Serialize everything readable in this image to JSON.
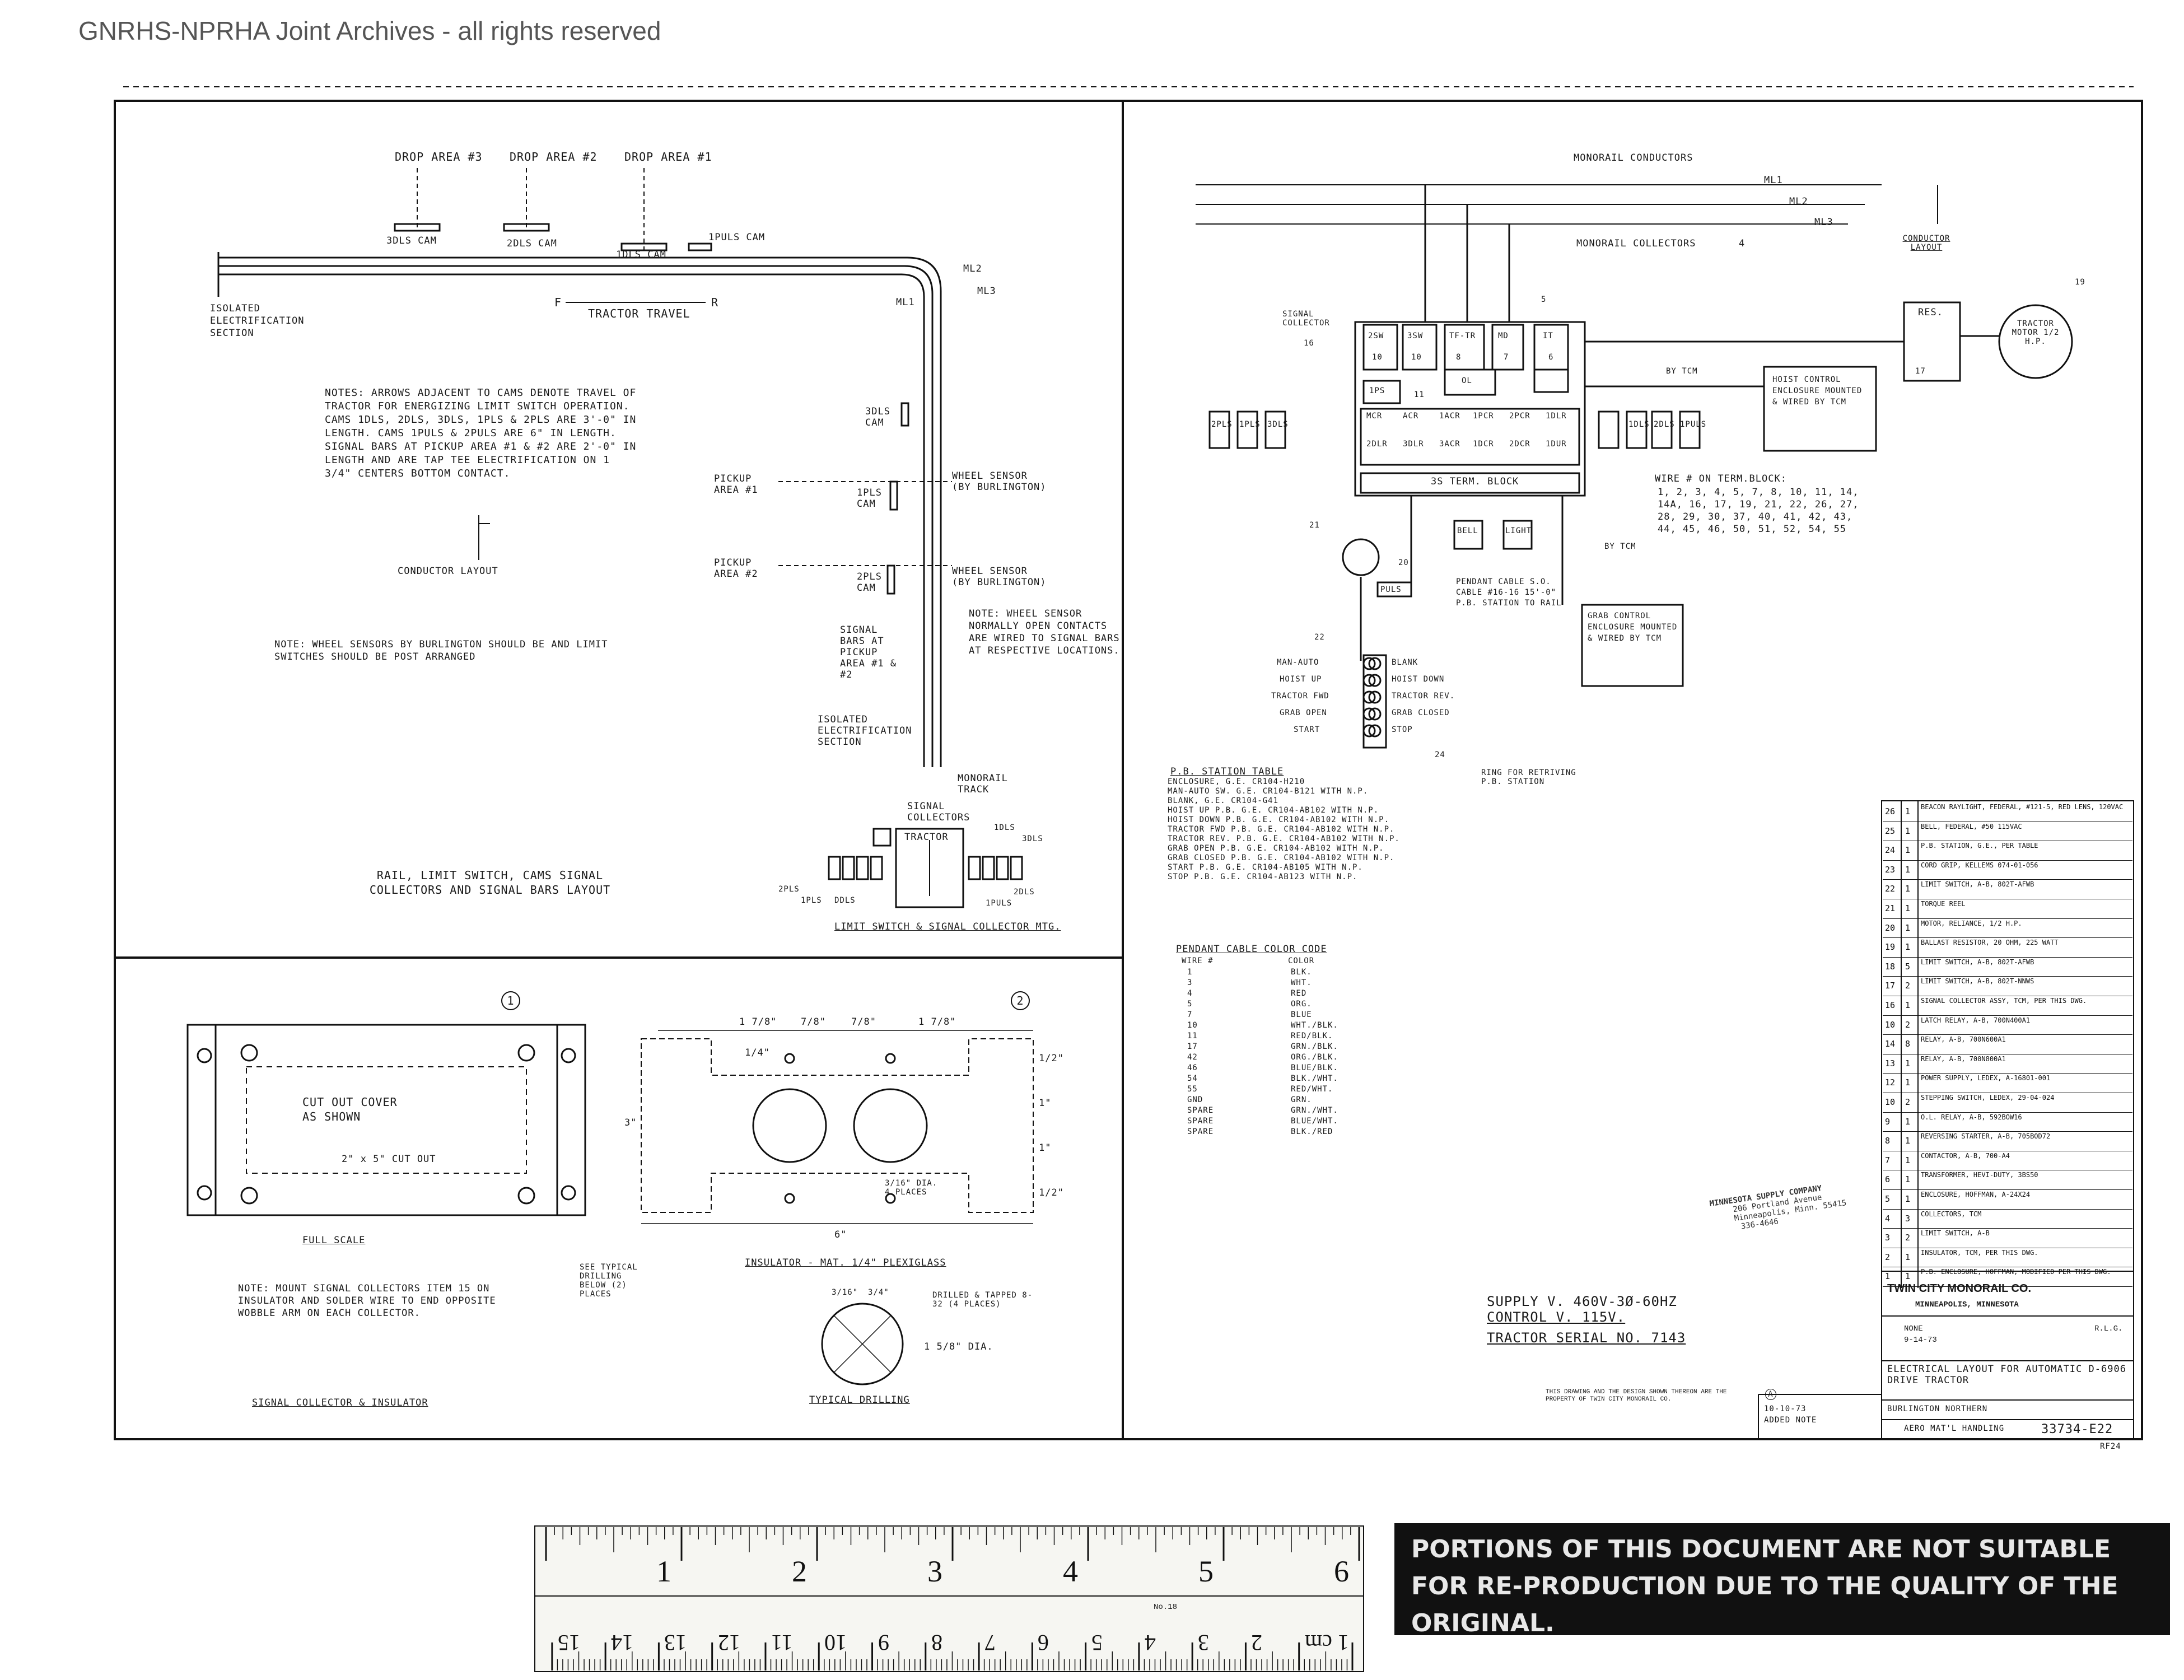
{
  "watermark": "GNRHS-NPRHA Joint Archives - all rights reserved",
  "left_panel": {
    "drop_areas": [
      "DROP AREA #3",
      "DROP AREA #2",
      "DROP AREA #1"
    ],
    "cam_labels": [
      "3DLS CAM",
      "2DLS CAM",
      "1DLS CAM",
      "1PULS CAM"
    ],
    "isolated_section": "ISOLATED ELECTRIFICATION SECTION",
    "tractor_travel": "TRACTOR TRAVEL",
    "dir_f": "F",
    "dir_r": "R",
    "rail_labels": [
      "ML1",
      "ML2",
      "ML3"
    ],
    "notes": "NOTES: ARROWS ADJACENT TO CAMS DENOTE TRAVEL OF TRACTOR FOR ENERGIZING LIMIT SWITCH OPERATION. CAMS 1DLS, 2DLS, 3DLS, 1PLS & 2PLS ARE 3'-0\" IN LENGTH. CAMS 1PULS & 2PULS ARE 6\" IN LENGTH. SIGNAL BARS AT PICKUP AREA #1 & #2 ARE 2'-0\" IN LENGTH AND ARE TAP TEE ELECTRIFICATION ON 1 3/4\" CENTERS BOTTOM CONTACT.",
    "conductor_layout_label": "CONDUCTOR LAYOUT",
    "wheel_sensor_note": "NOTE: WHEEL SENSORS BY BURLINGTON SHOULD BE AND LIMIT SWITCHES SHOULD BE POST ARRANGED",
    "dcam_labels": [
      "3DLS CAM",
      "1PLS CAM",
      "2PLS CAM"
    ],
    "pickup_areas": [
      "PICKUP AREA #1",
      "PICKUP AREA #2"
    ],
    "wheel_sensor": "WHEEL SENSOR (BY BURLINGTON)",
    "wheel_sensor2": "WHEEL SENSOR (BY BURLINGTON)",
    "sensor_note": "NOTE: WHEEL SENSOR NORMALLY OPEN CONTACTS ARE WIRED TO SIGNAL BARS AT RESPECTIVE LOCATIONS.",
    "signal_bars": "SIGNAL BARS AT PICKUP AREA #1 & #2",
    "isolated_section2": "ISOLATED ELECTRIFICATION SECTION",
    "monorail_track": "MONORAIL TRACK",
    "rail_layout_title": "RAIL, LIMIT SWITCH, CAMS SIGNAL COLLECTORS AND SIGNAL BARS LAYOUT",
    "signal_collectors": "SIGNAL COLLECTORS",
    "tractor": "TRACTOR",
    "limit_labels": [
      "1DLS",
      "3DLS",
      "2PLS",
      "1PLS",
      "DDLS",
      "2DLS",
      "1PULS"
    ],
    "limit_title": "LIMIT SWITCH & SIGNAL COLLECTOR MTG."
  },
  "bottom_left": {
    "callout_1": "1",
    "callout_2": "2",
    "cutout_cover": "CUT OUT COVER AS SHOWN",
    "cutout_dim": "2\" x 5\" CUT OUT",
    "full_scale": "FULL SCALE",
    "dims_top": [
      "1 7/8\"",
      "7/8\"",
      "7/8\"",
      "1 7/8\""
    ],
    "dim_quarter": "1/4\"",
    "dim_side": "3\"",
    "dim_bottom": "6\"",
    "dim_right": [
      "1/2\"",
      "1\"",
      "1\"",
      "1/2\""
    ],
    "hole_note": "3/16\" DIA. 4 PLACES",
    "insulator_title": "INSULATOR - MAT. 1/4\" PLEXIGLASS",
    "see_typical": "SEE TYPICAL DRILLING BELOW (2) PLACES",
    "mount_note": "NOTE: MOUNT SIGNAL COLLECTORS ITEM 15 ON INSULATOR AND SOLDER WIRE TO END OPPOSITE WOBBLE ARM ON EACH COLLECTOR.",
    "drill_dims": [
      "3/16\"",
      "3/4\""
    ],
    "drill_note": "DRILLED & TAPPED 8-32 (4 PLACES)",
    "drill_dia": "1 5/8\" DIA.",
    "typical_drilling": "TYPICAL DRILLING",
    "signal_collector_title": "SIGNAL COLLECTOR & INSULATOR"
  },
  "right_panel": {
    "monorail_conductors": "MONORAIL CONDUCTORS",
    "ml_labels": [
      "ML1",
      "ML2",
      "ML3"
    ],
    "monorail_collectors": "MONORAIL COLLECTORS",
    "callout_4": "4",
    "conductor_layout": "CONDUCTOR LAYOUT",
    "signal_collector": "SIGNAL COLLECTOR",
    "callout_16": "16",
    "callout_5": "5",
    "box_top": [
      "2SW",
      "3SW",
      "TF-TR",
      "MD",
      "IT"
    ],
    "box_top_nums": [
      "10",
      "10",
      "8",
      "7",
      "6"
    ],
    "ol": "OL",
    "ol_num": "11",
    "ips": "1PS",
    "relays_row1": [
      "MCR",
      "ACR",
      "1ACR",
      "1PCR",
      "2PCR",
      "1DLR"
    ],
    "relays_row2": [
      "2DLR",
      "3DLR",
      "3ACR",
      "1DCR",
      "2DCR",
      "1DUR"
    ],
    "term_block": "3S TERM. BLOCK",
    "limit_left": [
      "2PLS",
      "1PLS",
      "3DLS"
    ],
    "limit_right": [
      "1DLS",
      "2DLS",
      "1PULS"
    ],
    "res": "RES.",
    "tractor_motor": "TRACTOR MOTOR 1/2 H.P.",
    "callout_19": "19",
    "callout_17": "17",
    "by_tcm": "BY TCM",
    "hoist_control": "HOIST CONTROL ENCLOSURE MOUNTED & WIRED BY TCM",
    "wire_term": "WIRE # ON TERM.BLOCK:",
    "wire_list": "1, 2, 3, 4, 5, 7, 8, 10, 11, 14, 14A, 16, 17, 19, 21, 22, 26, 27, 28, 29, 30, 37, 40, 41, 42, 43, 44, 45, 46, 50, 51, 52, 54, 55",
    "bell": "BELL",
    "light": "LIGHT",
    "by_tcm2": "BY TCM",
    "callout_21": "21",
    "callout_20": "20",
    "puls": "PULS",
    "pendant_cable": "PENDANT CABLE S.O. CABLE #16-16 15'-0\" P.B. STATION TO RAIL",
    "grab_control": "GRAB CONTROL ENCLOSURE MOUNTED & WIRED BY TCM",
    "callout_22": "22",
    "pb_left": [
      "MAN-AUTO",
      "HOIST UP",
      "TRACTOR FWD",
      "GRAB OPEN",
      "START"
    ],
    "pb_right": [
      "BLANK",
      "HOIST DOWN",
      "TRACTOR REV.",
      "GRAB CLOSED",
      "STOP"
    ],
    "callout_24": "24",
    "ring": "RING FOR RETRIVING P.B. STATION",
    "pb_table_title": "P.B. STATION TABLE",
    "pb_table": [
      "ENCLOSURE, G.E. CR104-H210",
      "MAN-AUTO SW. G.E. CR104-B121 WITH N.P.",
      "BLANK, G.E. CR104-G41",
      "HOIST UP P.B. G.E. CR104-AB102 WITH N.P.",
      "HOIST DOWN P.B. G.E. CR104-AB102 WITH N.P.",
      "TRACTOR FWD P.B. G.E. CR104-AB102 WITH N.P.",
      "TRACTOR REV. P.B. G.E. CR104-AB102 WITH N.P.",
      "GRAB OPEN P.B. G.E. CR104-AB102 WITH N.P.",
      "GRAB CLOSED P.B. G.E. CR104-AB102 WITH N.P.",
      "START P.B. G.E. CR104-AB105 WITH N.P.",
      "STOP P.B. G.E. CR104-AB123 WITH N.P."
    ],
    "pendant_title": "PENDANT CABLE COLOR CODE",
    "pendant_head": [
      "WIRE #",
      "COLOR"
    ],
    "pendant_rows": [
      [
        "1",
        "BLK."
      ],
      [
        "3",
        "WHT."
      ],
      [
        "4",
        "RED"
      ],
      [
        "5",
        "ORG."
      ],
      [
        "7",
        "BLUE"
      ],
      [
        "10",
        "WHT./BLK."
      ],
      [
        "11",
        "RED/BLK."
      ],
      [
        "17",
        "GRN./BLK."
      ],
      [
        "42",
        "ORG./BLK."
      ],
      [
        "46",
        "BLUE/BLK."
      ],
      [
        "54",
        "BLK./WHT."
      ],
      [
        "55",
        "RED/WHT."
      ],
      [
        "GND",
        "GRN."
      ],
      [
        "SPARE",
        "GRN./WHT."
      ],
      [
        "SPARE",
        "BLUE/WHT."
      ],
      [
        "SPARE",
        "BLK./RED"
      ]
    ],
    "supply": "SUPPLY V. 460V-3Ø-60HZ",
    "control": "CONTROL V. 115V.",
    "serial": "TRACTOR SERIAL NO. 7143",
    "stamp": [
      "MINNESOTA SUPPLY COMPANY",
      "206 Portland Avenue",
      "Minneapolis, Minn. 55415",
      "336-4646"
    ],
    "revision_letter": "A",
    "revision_date": "10-10-73",
    "revision_note": "ADDED NOTE"
  },
  "parts_list": [
    [
      "26",
      "1",
      "BEACON RAYLIGHT, FEDERAL, #121-5, RED LENS, 120VAC"
    ],
    [
      "25",
      "1",
      "BELL, FEDERAL, #50 115VAC"
    ],
    [
      "24",
      "1",
      "P.B. STATION, G.E., PER TABLE"
    ],
    [
      "23",
      "1",
      "CORD GRIP, KELLEMS 074-01-056"
    ],
    [
      "22",
      "1",
      "LIMIT SWITCH, A-B, 802T-AFWB"
    ],
    [
      "21",
      "1",
      "TORQUE REEL"
    ],
    [
      "20",
      "1",
      "MOTOR, RELIANCE, 1/2 H.P."
    ],
    [
      "19",
      "1",
      "BALLAST RESISTOR, 20 OHM, 225 WATT"
    ],
    [
      "18",
      "5",
      "LIMIT SWITCH, A-B, 802T-AFWB"
    ],
    [
      "17",
      "2",
      "LIMIT SWITCH, A-B, 802T-NNWS"
    ],
    [
      "16",
      "1",
      "SIGNAL COLLECTOR ASSY, TCM, PER THIS DWG."
    ],
    [
      "10",
      "2",
      "LATCH RELAY, A-B, 700N400A1"
    ],
    [
      "14",
      "8",
      "RELAY, A-B, 700N600A1"
    ],
    [
      "13",
      "1",
      "RELAY, A-B, 700N800A1"
    ],
    [
      "12",
      "1",
      "POWER SUPPLY, LEDEX, A-16801-001"
    ],
    [
      "10",
      "2",
      "STEPPING SWITCH, LEDEX, 29-04-024"
    ],
    [
      "9",
      "1",
      "O.L. RELAY, A-B, 592BOW16"
    ],
    [
      "8",
      "1",
      "REVERSING STARTER, A-B, 705BOD72"
    ],
    [
      "7",
      "1",
      "CONTACTOR, A-B, 700-A4"
    ],
    [
      "6",
      "1",
      "TRANSFORMER, HEVI-DUTY, 3BS50"
    ],
    [
      "5",
      "1",
      "ENCLOSURE, HOFFMAN, A-24X24"
    ],
    [
      "4",
      "3",
      "COLLECTORS, TCM"
    ],
    [
      "3",
      "2",
      "LIMIT SWITCH, A-B"
    ],
    [
      "2",
      "1",
      "INSULATOR, TCM, PER THIS DWG."
    ],
    [
      "1",
      "1",
      "P.B. ENCLOSURE, HOFFMAN, MODIFIED PER THIS DWG."
    ]
  ],
  "title_block": {
    "company": "TWIN CITY MONORAIL CO.",
    "city": "MINNEAPOLIS, MINNESOTA",
    "scale": "NONE",
    "date": "9-14-73",
    "drawn_by": "R.L.G.",
    "title": "ELECTRICAL LAYOUT FOR AUTOMATIC D-6906 DRIVE TRACTOR",
    "customer": "BURLINGTON NORTHERN",
    "job": "AERO MAT'L HANDLING",
    "dwg_no": "33734-E22",
    "dwg_suffix": "RF24",
    "proprietary": "THIS DRAWING AND THE DESIGN SHOWN THEREON ARE THE PROPERTY OF TWIN CITY MONORAIL CO."
  },
  "ruler": {
    "inches": [
      "1",
      "2",
      "3",
      "4",
      "5",
      "6"
    ],
    "cm": [
      "15",
      "14",
      "13",
      "12",
      "11",
      "10",
      "9",
      "8",
      "7",
      "6",
      "5",
      "4",
      "3",
      "2",
      "1 cm"
    ],
    "brand": "No.18"
  },
  "warning": "PORTIONS OF THIS DOCUMENT ARE NOT SUITABLE FOR RE-PRODUCTION DUE TO THE QUALITY OF THE ORIGINAL."
}
